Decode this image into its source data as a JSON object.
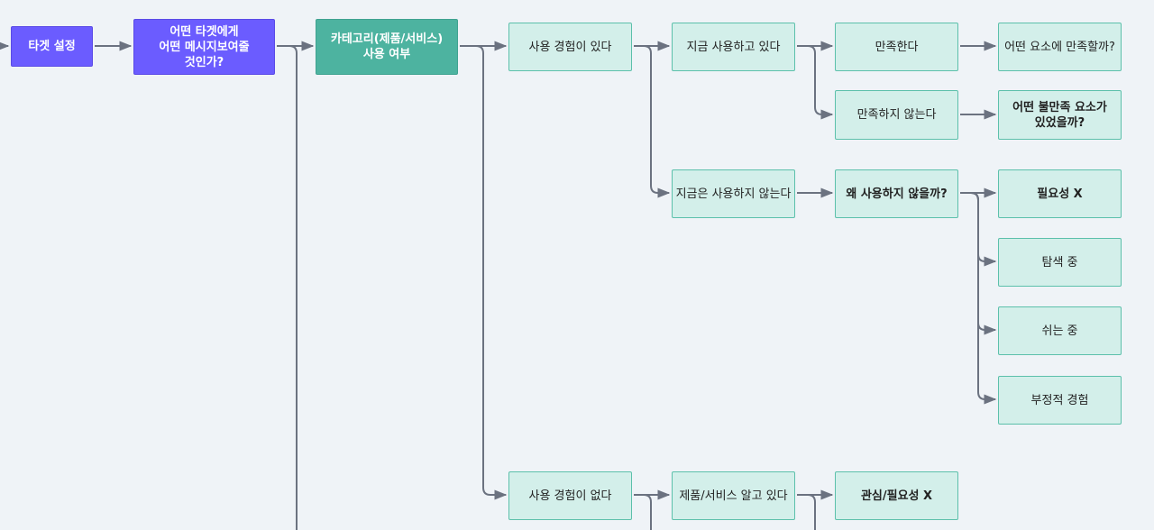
{
  "colors": {
    "background": "#eff3f7",
    "target_fill": "#6b5cff",
    "category_fill": "#4db3a0",
    "answer_fill": "#d3efea",
    "answer_border": "#5cc0ab",
    "connector": "#6b7280"
  },
  "nodes": {
    "target": "타겟 설정",
    "message": "어떤 타겟에게\n어떤 메시지보여줄\n것인가?",
    "category_use": "카테고리(제품/서비스)\n사용 여부",
    "used_before": "사용 경험이 있다",
    "using_now": "지금 사용하고 있다",
    "satisfied": "만족한다",
    "satisfied_factor": "어떤 요소에 만족할까?",
    "not_satisfied": "만족하지 않는다",
    "dissatisfied_factor": "어떤 불만족 요소가\n있었을까?",
    "not_using_now": "지금은 사용하지 않는다",
    "why_not": "왜 사용하지 않을까?",
    "no_need": "필요성 X",
    "exploring": "탐색 중",
    "resting": "쉬는 중",
    "negative": "부정적 경험",
    "never_used": "사용 경험이 없다",
    "know_product": "제품/서비스 알고 있다",
    "no_interest": "관심/필요성 X"
  }
}
